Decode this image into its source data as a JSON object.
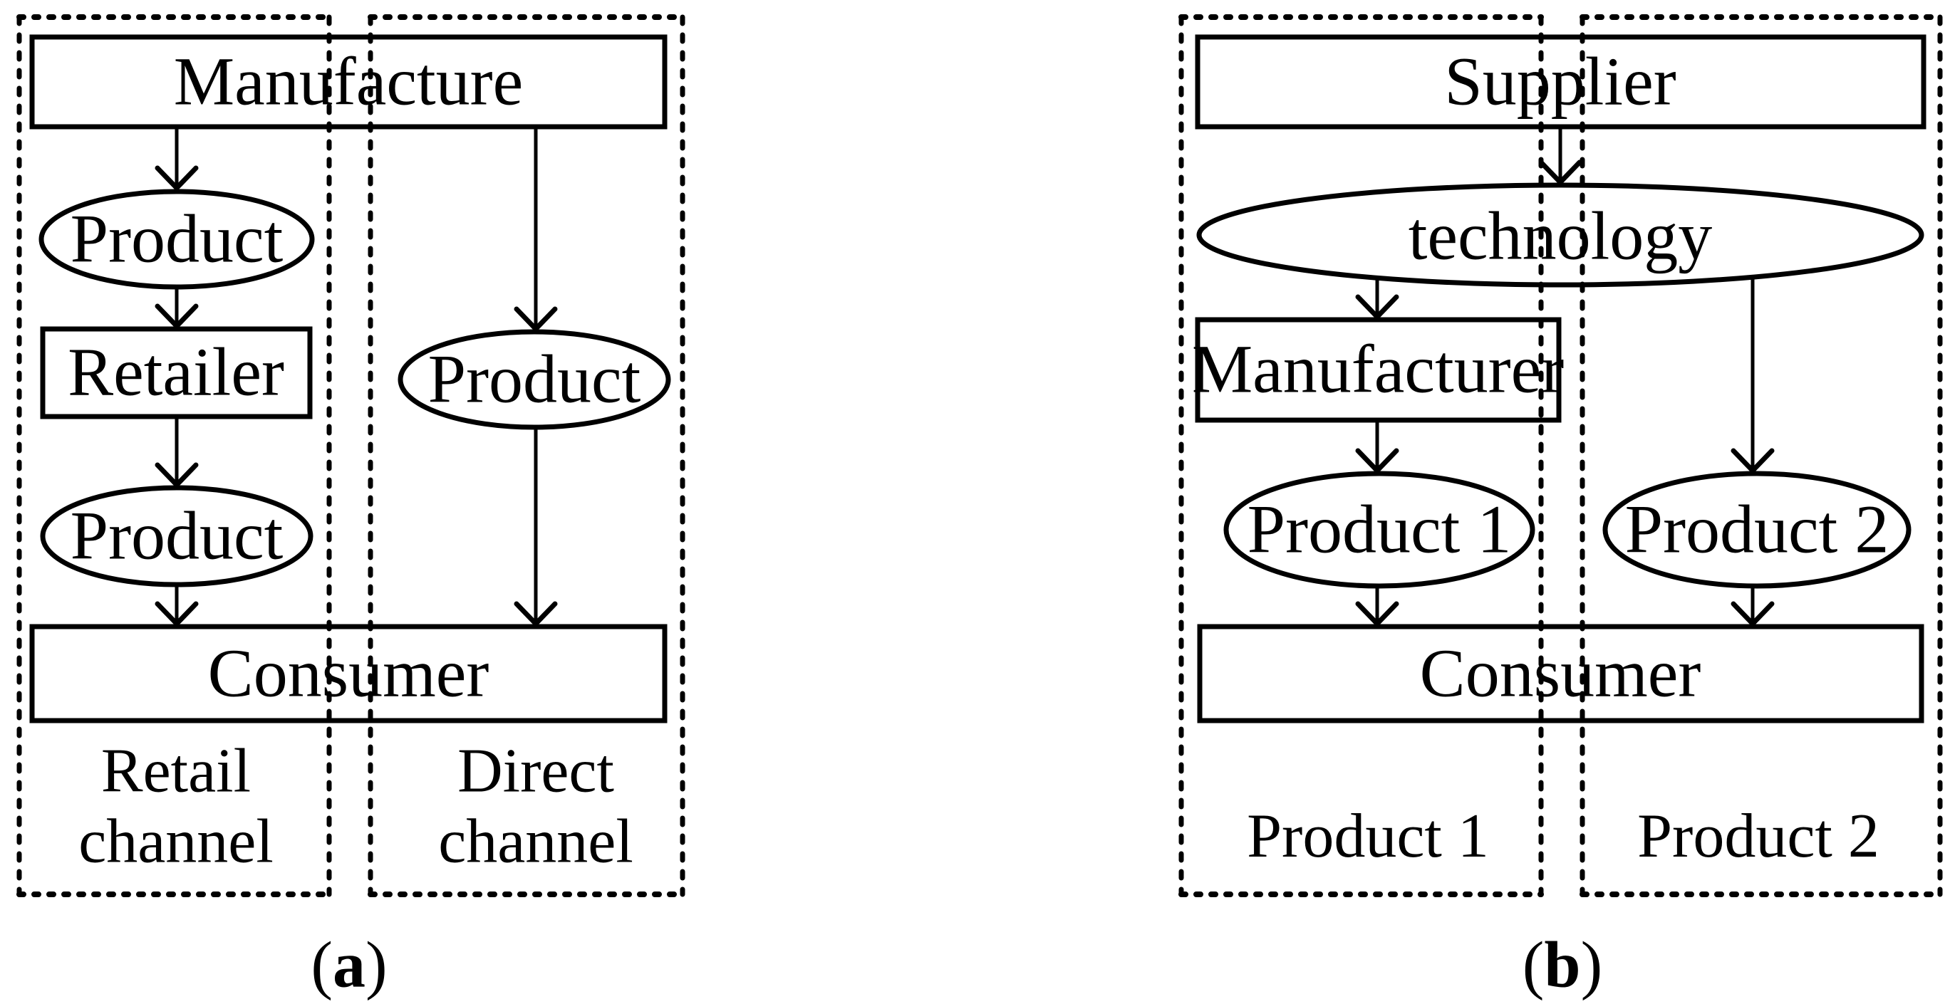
{
  "colors": {
    "stroke": "#000000",
    "background": "#ffffff"
  },
  "panel_a": {
    "caption": {
      "open": "(",
      "letter": "a",
      "close": ")"
    },
    "nodes": {
      "manufacture": "Manufacture",
      "product_retail_top": "Product",
      "retailer": "Retailer",
      "product_retail_bottom": "Product",
      "product_direct": "Product",
      "consumer": "Consumer"
    },
    "channel_labels": {
      "retail": {
        "line1": "Retail",
        "line2": "channel"
      },
      "direct": {
        "line1": "Direct",
        "line2": "channel"
      }
    }
  },
  "panel_b": {
    "caption": {
      "open": "(",
      "letter": "b",
      "close": ")"
    },
    "nodes": {
      "supplier": "Supplier",
      "technology": "technology",
      "manufacturer": "Manufacturer",
      "product1": "Product 1",
      "product2": "Product 2",
      "consumer": "Consumer"
    },
    "zone_labels": {
      "product1": "Product 1",
      "product2": "Product 2"
    }
  }
}
